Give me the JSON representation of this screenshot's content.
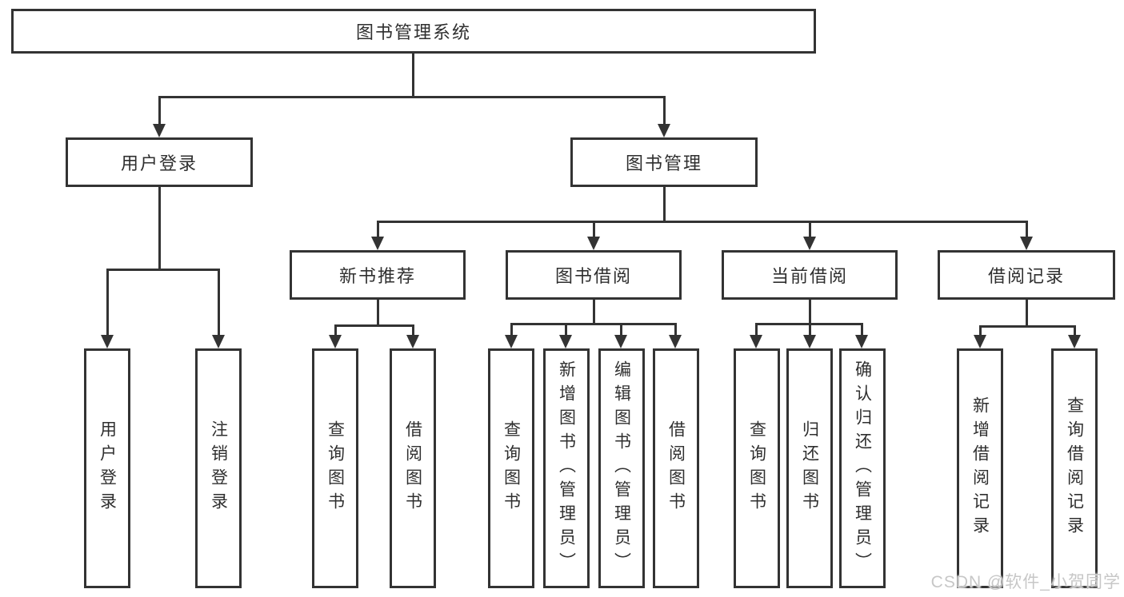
{
  "diagram": {
    "root": "图书管理系统",
    "branches": [
      {
        "label": "用户登录",
        "children": [
          "用户登录",
          "注销登录"
        ]
      },
      {
        "label": "图书管理",
        "sections": [
          {
            "label": "新书推荐",
            "children": [
              "查询图书",
              "借阅图书"
            ]
          },
          {
            "label": "图书借阅",
            "children": [
              "查询图书",
              "新增图书（管理员）",
              "编辑图书（管理员）",
              "借阅图书"
            ]
          },
          {
            "label": "当前借阅",
            "children": [
              "查询图书",
              "归还图书",
              "确认归还（管理员）"
            ]
          },
          {
            "label": "借阅记录",
            "children": [
              "新增借阅记录",
              "查询借阅记录"
            ]
          }
        ]
      }
    ]
  },
  "watermark": "CSDN @软件_小贺同学",
  "colors": {
    "line": "#333333",
    "box_border": "#333333",
    "text": "#2f2f2f",
    "watermark": "#c7c7c7",
    "background": "#ffffff"
  }
}
